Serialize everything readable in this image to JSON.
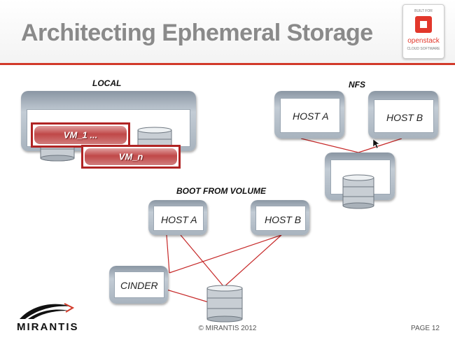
{
  "title": "Architecting Ephemeral Storage",
  "badge": {
    "top": "BUILT FOR",
    "name": "openstack",
    "sub": "CLOUD SOFTWARE"
  },
  "local": {
    "label": "LOCAL",
    "vm1": "VM_1 ...",
    "vmn": "VM_n"
  },
  "nfs": {
    "label": "NFS",
    "host_a": "HOST A",
    "host_b": "HOST B"
  },
  "bfv": {
    "label": "BOOT FROM VOLUME",
    "host_a": "HOST A",
    "host_b": "HOST B",
    "cinder": "CINDER"
  },
  "footer": {
    "brand": "MIRANTIS",
    "copyright": "© MIRANTIS 2012",
    "page": "PAGE 12"
  },
  "colors": {
    "accent": "#d23a2a",
    "vm_border": "#b02424",
    "title": "#8a8a8a"
  }
}
